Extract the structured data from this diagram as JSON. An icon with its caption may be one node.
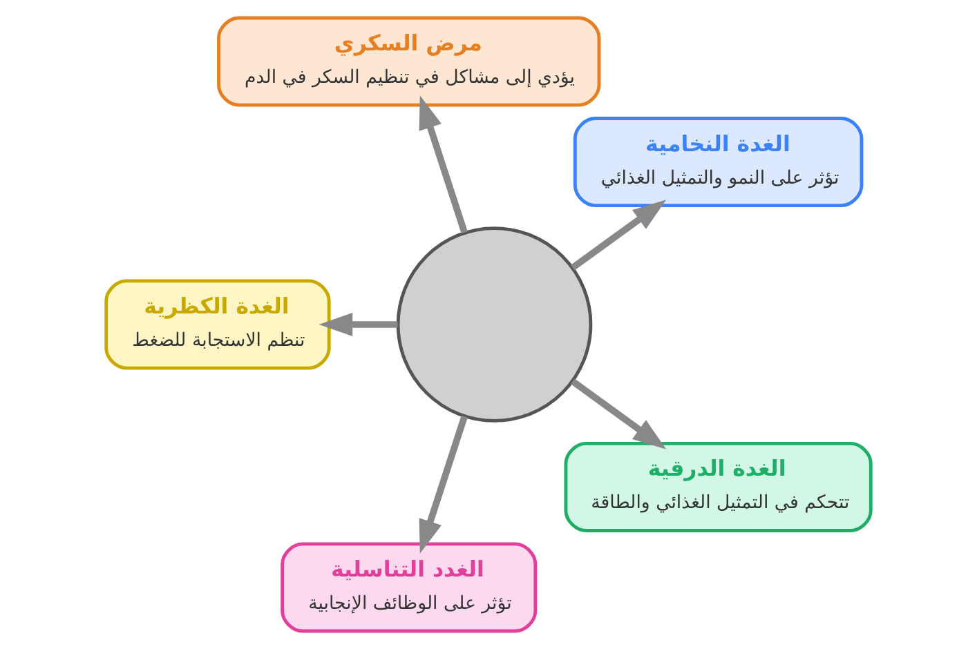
{
  "diagram": {
    "nodes": [
      {
        "text": [
          "الغدة النخامية",
          "تؤثر على النمو والتمثيل الغذائي"
        ]
      },
      {
        "text": [
          "مرض السكري",
          "يؤدي إلى مشاكل في تنظيم السكر في الدم"
        ]
      },
      {
        "text": [
          "الغدة الكظرية",
          "تنظم الاستجابة للضغط"
        ]
      },
      {
        "text": [],
        "shape": "circle"
      },
      {
        "text": [
          "الغدد التناسلية",
          "تؤثر على الوظائف الإنجابية"
        ]
      },
      {
        "text": [
          "الغدة الدرقية",
          "تتحكم في التمثيل الغذائي والطاقة"
        ]
      }
    ],
    "edges": [
      {
        "from": 3,
        "to": 0,
        "arrow": "to"
      },
      {
        "from": 3,
        "to": 2,
        "arrow": "to"
      },
      {
        "from": 3,
        "to": 5,
        "arrow": "to"
      },
      {
        "from": 3,
        "to": 4,
        "arrow": "to"
      },
      {
        "from": 3,
        "to": 1,
        "arrow": "to"
      }
    ]
  }
}
